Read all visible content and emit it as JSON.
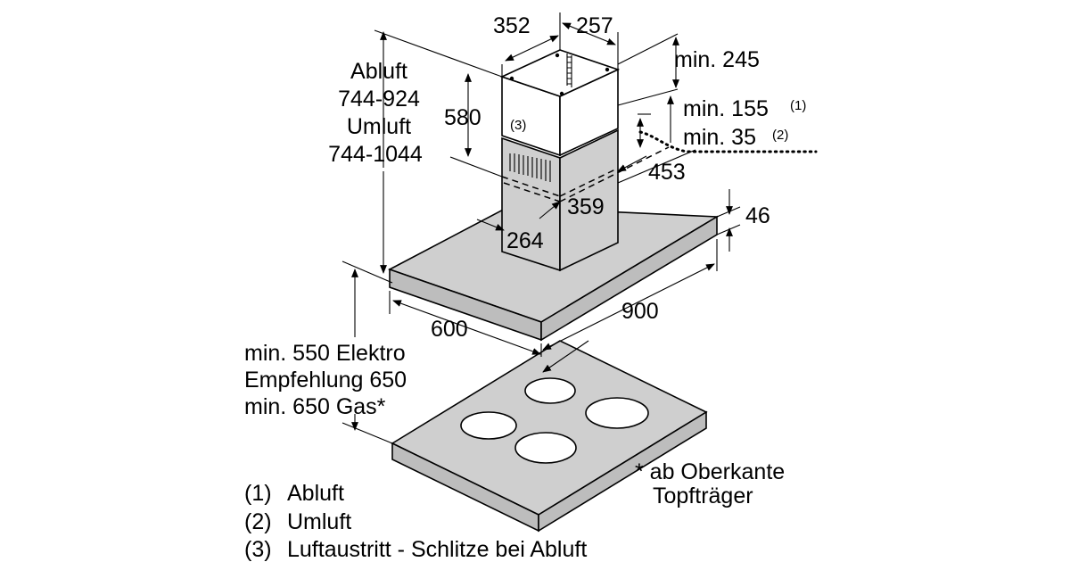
{
  "dimensions": {
    "chimney_width": "352",
    "chimney_depth": "257",
    "min_top": "min. 245",
    "min_155": "min. 155",
    "ref_1": "(1)",
    "min_35": "min. 35",
    "ref_2": "(2)",
    "upper_chimney": "580",
    "ref_3": "(3)",
    "offset_453": "453",
    "inner_359": "359",
    "inner_264": "264",
    "hood_height": "46",
    "hood_width": "900",
    "hood_depth": "600"
  },
  "height_label": {
    "line1": "Abluft",
    "line2": "744-924",
    "line3": "Umluft",
    "line4": "744-1044"
  },
  "distance_label": {
    "line1": "min. 550 Elektro",
    "line2": "Empfehlung 650",
    "line3": "min. 650 Gas*"
  },
  "footnote": {
    "line1": "* ab Oberkante",
    "line2": "Topfträger"
  },
  "legend": [
    {
      "num": "(1)",
      "text": "Abluft"
    },
    {
      "num": "(2)",
      "text": "Umluft"
    },
    {
      "num": "(3)",
      "text": "Luftaustritt - Schlitze bei Abluft"
    }
  ]
}
